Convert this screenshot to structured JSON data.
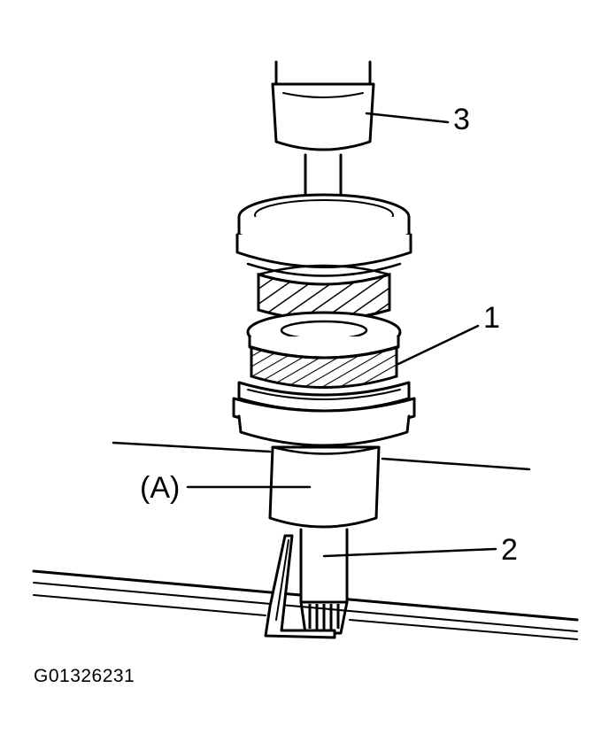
{
  "callouts": {
    "one": "1",
    "two": "2",
    "three": "3",
    "a": "(A)"
  },
  "figure_id": "G01326231",
  "colors": {
    "ink": "#000000",
    "background": "#ffffff"
  }
}
